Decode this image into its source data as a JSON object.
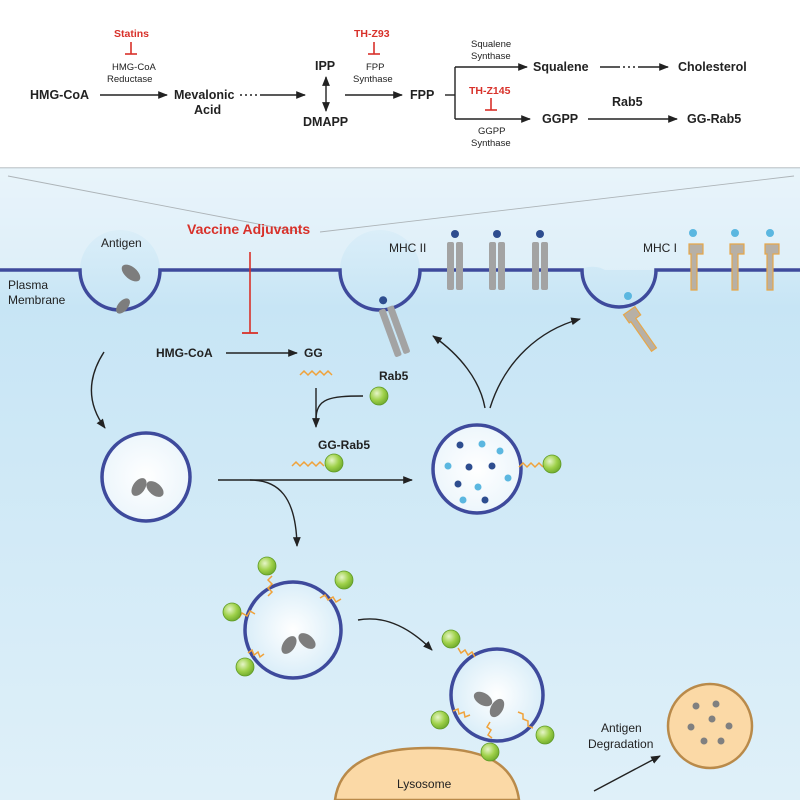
{
  "pathway": {
    "hmg_coa": "HMG-CoA",
    "mevalonic_line1": "Mevalonic",
    "mevalonic_line2": "Acid",
    "ipp": "IPP",
    "dmapp": "DMAPP",
    "fpp": "FPP",
    "squalene": "Squalene",
    "cholesterol": "Cholesterol",
    "ggpp": "GGPP",
    "gg_rab5": "GG-Rab5",
    "rab5": "Rab5",
    "statins": "Statins",
    "hmg_reductase_line1": "HMG-CoA",
    "hmg_reductase_line2": "Reductase",
    "th_z93": "TH-Z93",
    "fpp_synthase_line1": "FPP",
    "fpp_synthase_line2": "Synthase",
    "squalene_synthase_line1": "Squalene",
    "squalene_synthase_line2": "Synthase",
    "th_z145": "TH-Z145",
    "ggpp_synthase_line1": "GGPP",
    "ggpp_synthase_line2": "Synthase"
  },
  "cell": {
    "vaccine_adjuvants": "Vaccine Adjuvants",
    "antigen": "Antigen",
    "plasma_line1": "Plasma",
    "plasma_line2": "Membrane",
    "mhc_ii": "MHC II",
    "mhc_i": "MHC I",
    "hmg_coa": "HMG-CoA",
    "gg": "GG",
    "rab5": "Rab5",
    "gg_rab5": "GG-Rab5",
    "lysosome": "Lysosome",
    "antigen_degradation_line1": "Antigen",
    "antigen_degradation_line2": "Degradation"
  },
  "colors": {
    "inhibitor_red": "#d8312a",
    "membrane_blue": "#3e4a9c",
    "cytoplasm_blue": "#bfe0f3",
    "rab5_green": "#8cc63f",
    "lipid_orange": "#f0a23a",
    "lysosome_fill": "#fbd9a6",
    "mhc_gray": "#a3a3a3"
  }
}
